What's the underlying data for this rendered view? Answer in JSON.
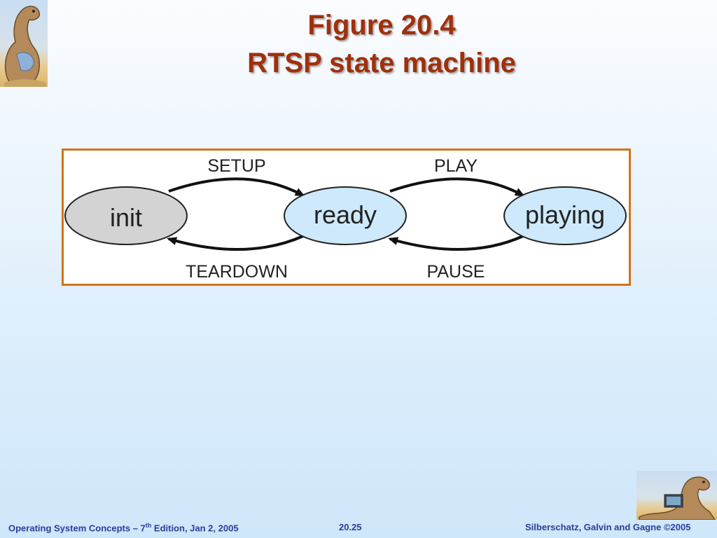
{
  "slide": {
    "title_line1": "Figure 20.4",
    "title_line2": "RTSP state machine"
  },
  "diagram": {
    "states": [
      {
        "label": "init",
        "fill": "#d3d3d3"
      },
      {
        "label": "ready",
        "fill": "#cde9fb"
      },
      {
        "label": "playing",
        "fill": "#cde9fb"
      }
    ],
    "transitions": [
      {
        "label": "SETUP",
        "from": "init",
        "to": "ready"
      },
      {
        "label": "PLAY",
        "from": "ready",
        "to": "playing"
      },
      {
        "label": "TEARDOWN",
        "from": "ready",
        "to": "init"
      },
      {
        "label": "PAUSE",
        "from": "playing",
        "to": "ready"
      }
    ],
    "border_color": "#d07418"
  },
  "footer": {
    "left_pre": "Operating System Concepts – 7",
    "left_sup": "th",
    "left_post": " Edition, Jan 2, 2005",
    "page_number": "20.25",
    "copyright": "Silberschatz, Galvin and Gagne ©2005"
  },
  "colors": {
    "title": "#a0300a",
    "footer_text": "#2a3c9c"
  },
  "icons": [
    "dinosaur-logo-icon",
    "dinosaur-computer-icon"
  ]
}
